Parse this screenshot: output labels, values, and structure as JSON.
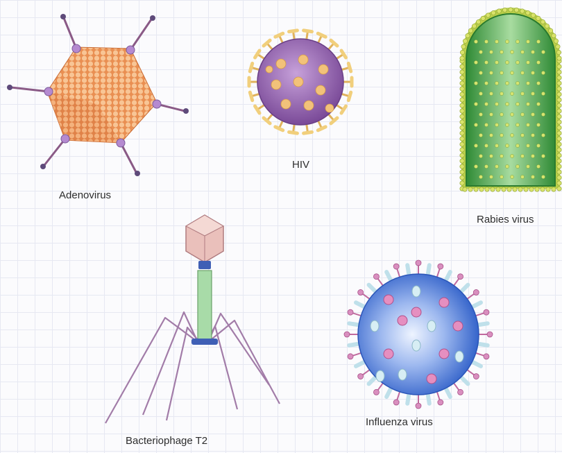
{
  "viruses": {
    "adenovirus": {
      "label": "Adenovirus"
    },
    "hiv": {
      "label": "HIV"
    },
    "rabies": {
      "label": "Rabies virus"
    },
    "bacteriophage": {
      "label": "Bacteriophage T2"
    },
    "influenza": {
      "label": "Influenza virus"
    }
  },
  "colors": {
    "adenovirus_capsomere": "#f0a36a",
    "adenovirus_fiber": "#8a5a86",
    "hiv_body": "#8d5aa6",
    "hiv_spike": "#f1cf7c",
    "rabies_body": "#4b9a3a",
    "rabies_spike": "#c9d85a",
    "phage_head": "#e8b8b4",
    "phage_tail": "#8fcf8f",
    "influenza_body": "#3a6fd0",
    "influenza_spike_pink": "#d98fbf",
    "influenza_spike_light": "#bfe0ea"
  }
}
